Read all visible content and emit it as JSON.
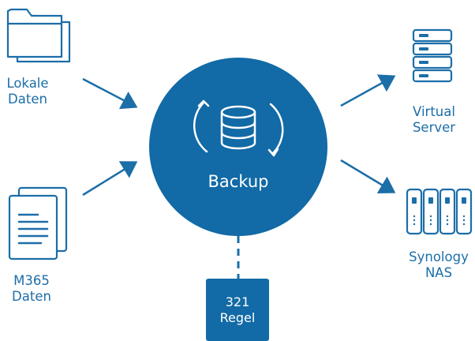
{
  "colors": {
    "primary": "#126aa6",
    "stroke": "#1b6ea8",
    "background": "#ffffff",
    "text_on_primary": "#ffffff"
  },
  "center": {
    "label": "Backup",
    "icon": "database-sync-icon"
  },
  "sources": [
    {
      "id": "local",
      "icon": "folder-icon",
      "lines": [
        "Lokale",
        "Daten"
      ]
    },
    {
      "id": "m365",
      "icon": "documents-icon",
      "lines": [
        "M365",
        "Daten"
      ]
    }
  ],
  "targets": [
    {
      "id": "virtual",
      "icon": "server-rack-icon",
      "lines": [
        "Virtual",
        "Server"
      ]
    },
    {
      "id": "nas",
      "icon": "nas-device-icon",
      "lines": [
        "Synology",
        "NAS"
      ]
    }
  ],
  "rule": {
    "lines": [
      "321",
      "Regel"
    ]
  }
}
